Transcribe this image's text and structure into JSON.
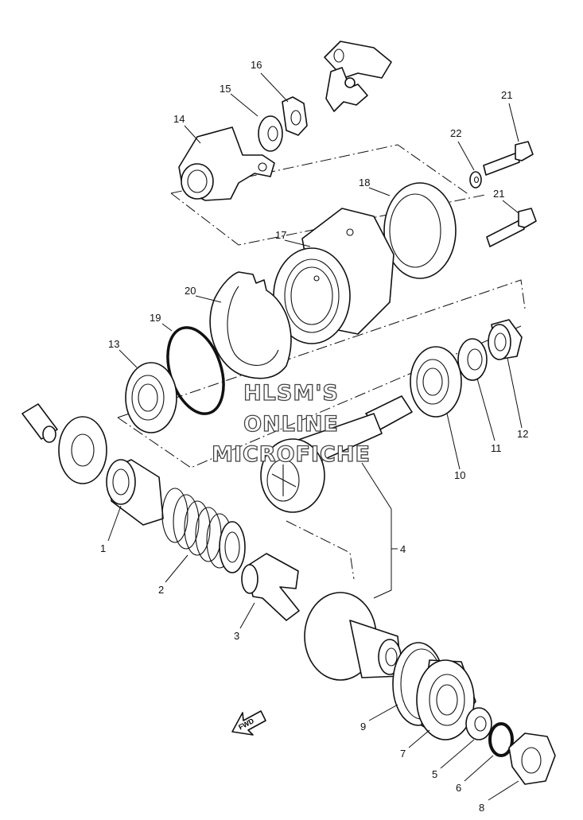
{
  "diagram": {
    "labels": [
      "1",
      "2",
      "3",
      "4",
      "5",
      "6",
      "7",
      "8",
      "9",
      "10",
      "11",
      "12",
      "13",
      "14",
      "15",
      "16",
      "17",
      "18",
      "19",
      "20",
      "21",
      "21",
      "22"
    ],
    "watermark": [
      "HLSM'S",
      "ONLINE",
      "MICROFICHE"
    ],
    "fwd_label": "FWD",
    "icons": [
      "universal-joint-icon",
      "yoke-icon",
      "bearing-icon",
      "spring-icon",
      "gear-icon",
      "bolt-icon",
      "nut-icon",
      "washer-icon",
      "o-ring-icon"
    ]
  }
}
